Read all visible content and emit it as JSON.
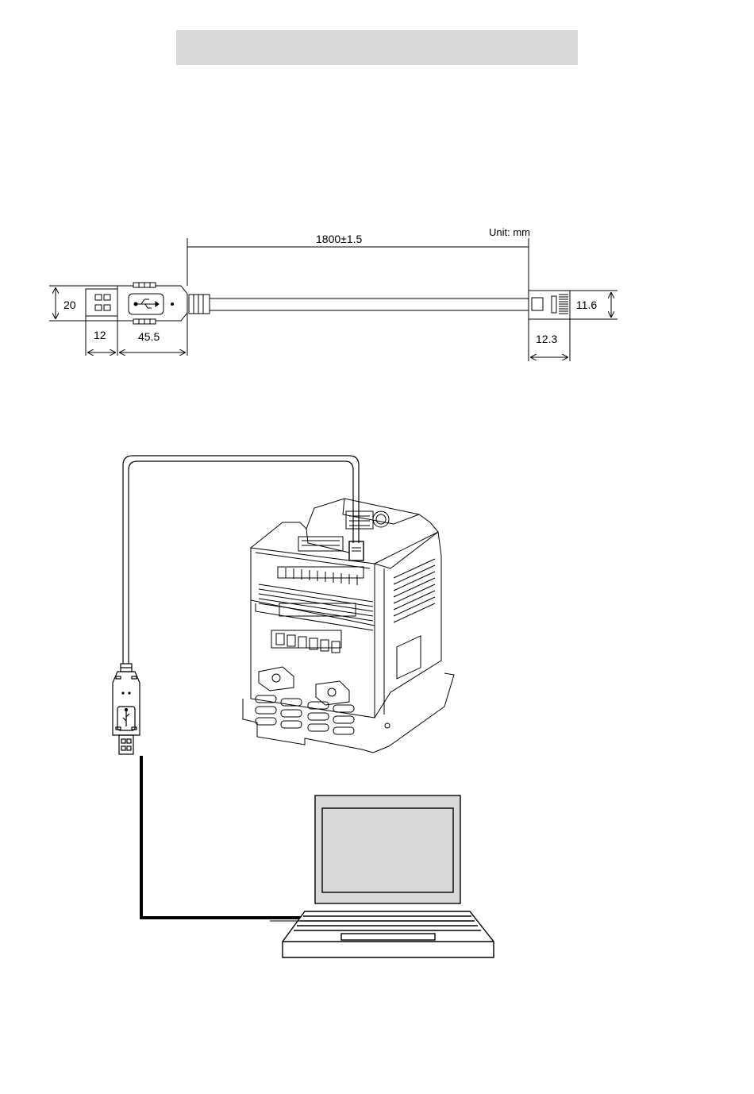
{
  "header": {
    "title": ""
  },
  "cable_drawing": {
    "unit_label": "Unit: mm",
    "length_label": "1800±1.5",
    "usb_height_label": "20",
    "usb_plug_length_label": "12",
    "usb_body_length_label": "45.5",
    "rj45_height_label": "11.6",
    "rj45_length_label": "12.3"
  },
  "colors": {
    "header_fill": "#d9d9d9",
    "line": "#000000",
    "screen_fill": "#d9d9d9"
  }
}
